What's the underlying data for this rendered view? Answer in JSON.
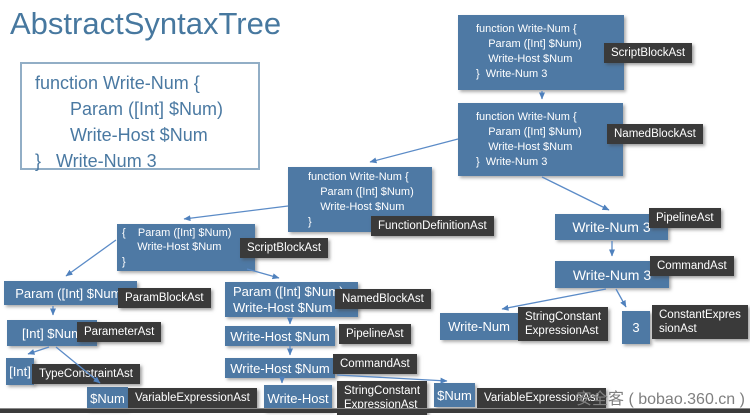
{
  "slide": {
    "title": "AbstractSyntaxTree"
  },
  "source_code": {
    "lines": [
      "function Write-Num {",
      "       Param ([Int] $Num)",
      "       Write-Host $Num",
      "}   Write-Num 3"
    ]
  },
  "colors": {
    "node_fill": "#4e79a4",
    "label_fill": "#3a3a3a",
    "edge_blue": "#5b8bc7",
    "heading_blue": "#47789f"
  },
  "watermark": "安全客 ( bobao.360.cn )",
  "nodes": {
    "root_scriptblock": {
      "lines": [
        "function Write-Num {",
        "    Param ([Int] $Num)",
        "    Write-Host $Num",
        "}  Write-Num 3"
      ],
      "label": "ScriptBlockAst"
    },
    "named_block": {
      "lines": [
        "function Write-Num {",
        "    Param ([Int] $Num)",
        "    Write-Host $Num",
        "}  Write-Num 3"
      ],
      "label": "NamedBlockAst"
    },
    "function_definition": {
      "lines": [
        "function Write-Num {",
        "    Param ([Int] $Num)",
        "    Write-Host $Num",
        "}"
      ],
      "label": "FunctionDefinitionAst"
    },
    "body_scriptblock": {
      "lines": [
        "{    Param ([Int] $Num)",
        "     Write-Host $Num",
        "}"
      ],
      "label": "ScriptBlockAst"
    },
    "param_block": {
      "text": "Param ([Int] $Num)",
      "label": "ParamBlockAst"
    },
    "parameter": {
      "text": "[Int] $Num",
      "label": "ParameterAst"
    },
    "type_constraint": {
      "text": "[Int]",
      "label": "TypeConstraintAst"
    },
    "param_variable": {
      "text": "$Num",
      "label": "VariableExpressionAst"
    },
    "named_block_inner": {
      "lines": [
        "Param ([Int] $Num)",
        "Write-Host $Num"
      ],
      "label": "NamedBlockAst"
    },
    "pipeline_writehost": {
      "text": "Write-Host $Num",
      "label": "PipelineAst"
    },
    "command_writehost": {
      "text": "Write-Host $Num",
      "label": "CommandAst"
    },
    "writehost_name": {
      "text": "Write-Host",
      "label": [
        "StringConstant",
        "ExpressionAst"
      ]
    },
    "pipeline_writenum": {
      "text": "Write-Num 3",
      "label": "PipelineAst"
    },
    "command_writenum": {
      "text": "Write-Num 3",
      "label": "CommandAst"
    },
    "writenum_name": {
      "text": "Write-Num",
      "label": [
        "StringConstant",
        "ExpressionAst"
      ]
    },
    "constant_3": {
      "text": "3",
      "label": [
        "ConstantExpres",
        "sionAst"
      ]
    },
    "num_variable": {
      "text": "$Num",
      "label": "VariableExpressionAst"
    }
  }
}
